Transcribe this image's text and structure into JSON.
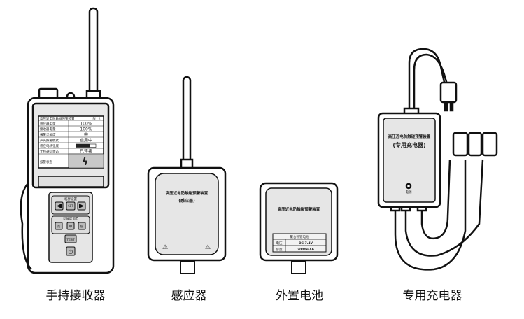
{
  "captions": {
    "receiver": "手持接收器",
    "sensor": "感应器",
    "battery": "外置电池",
    "charger": "专用充电器"
  },
  "device_name": "高压近电防触碰预警装置",
  "receiver_screen": {
    "title": "高压近电防触碰预警装置",
    "rows": [
      {
        "label": "感应器电量",
        "value": "100%"
      },
      {
        "label": "接收器电量",
        "value": "100%"
      },
      {
        "label": "报警灵敏度",
        "value": "中"
      },
      {
        "label": "声光报警模式",
        "value": "启用中"
      },
      {
        "label": "感应电场强度",
        "value": ""
      },
      {
        "label": "无线通信状态",
        "value": "已连接"
      }
    ],
    "alarm_label": "报警状态",
    "field_strength_level": 0.7
  },
  "receiver_keys": {
    "group1_label": "临界设置",
    "set": "SET",
    "group2_label": "灵敏度调节",
    "high": "高",
    "mid": "中",
    "low": "低",
    "test": "TEST"
  },
  "sensor_label": "(感应器)",
  "battery_table": {
    "title": "聚合物锂电池",
    "rows": [
      {
        "label": "电压",
        "value": "DC 7.4V"
      },
      {
        "label": "容量",
        "value": "2000mAh"
      }
    ]
  },
  "charger": {
    "label": "(专用充电器)",
    "power_label": "电源"
  }
}
